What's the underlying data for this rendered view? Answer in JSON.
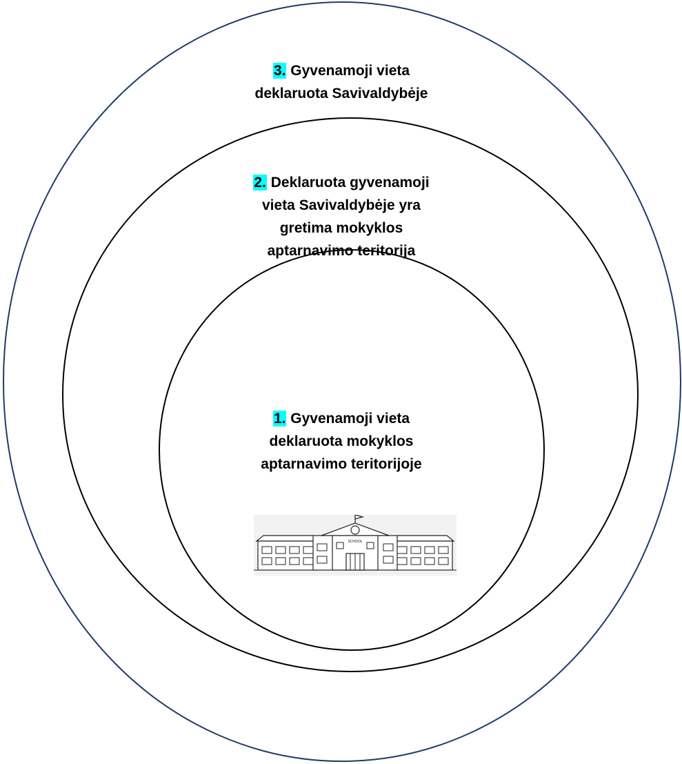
{
  "colors": {
    "outer_ring": "#1f3a66",
    "inner_rings": "#000000",
    "number_highlight": "#00ffff"
  },
  "zones": [
    {
      "number": "1.",
      "text_lines": [
        "Gyvenamoji vieta",
        "deklaruota mokyklos",
        "aptarnavimo teritorijoje"
      ]
    },
    {
      "number": "2.",
      "text_lines": [
        "Deklaruota gyvenamoji",
        "vieta Savivaldybėje yra",
        "gretima mokyklos",
        "aptarnavimo teritorija"
      ]
    },
    {
      "number": "3.",
      "text_lines": [
        "Gyvenamoji vieta",
        "deklaruota Savivaldybėje"
      ]
    }
  ],
  "school_illustration": {
    "sign_text": "SCHOOL",
    "icon": "school-building-icon"
  }
}
